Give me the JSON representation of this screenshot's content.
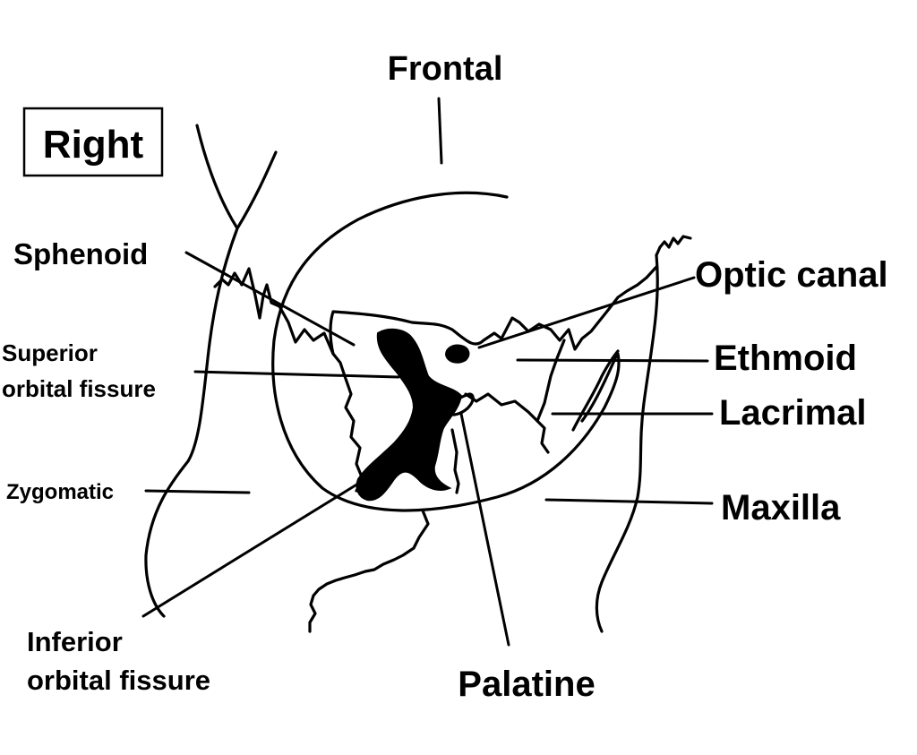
{
  "side_label": "Right",
  "labels": {
    "frontal": "Frontal",
    "sphenoid": "Sphenoid",
    "superior_line1": "Superior",
    "superior_line2": "orbital fissure",
    "zygomatic": "Zygomatic",
    "inferior_line1": "Inferior",
    "inferior_line2": "orbital fissure",
    "optic_canal": "Optic canal",
    "ethmoid": "Ethmoid",
    "lacrimal": "Lacrimal",
    "maxilla": "Maxilla",
    "palatine": "Palatine"
  },
  "colors": {
    "ink": "#000000",
    "background": "#ffffff"
  }
}
